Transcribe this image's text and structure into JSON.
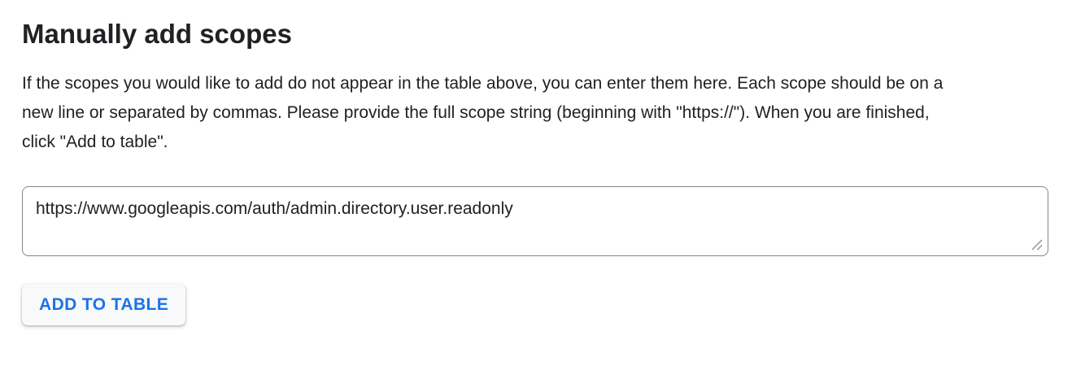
{
  "section": {
    "title": "Manually add scopes",
    "description_lines": [
      "If the scopes you would like to add do not appear in the table above, you can enter them here. Each scope should be on a",
      "new line or separated by commas. Please provide the full scope string (beginning with \"https://\"). When you are finished,",
      "click \"Add to table\"."
    ],
    "scopes_input": {
      "value": "https://www.googleapis.com/auth/admin.directory.user.readonly"
    },
    "add_button_label": "ADD TO TABLE"
  },
  "colors": {
    "text": "#202124",
    "textarea_border": "#80868b",
    "button_text": "#1a73e8",
    "button_background": "#f8f9fa",
    "resize_grip": "#9aa0a6"
  },
  "icons": {
    "resize_handle": "resize-handle-icon"
  }
}
